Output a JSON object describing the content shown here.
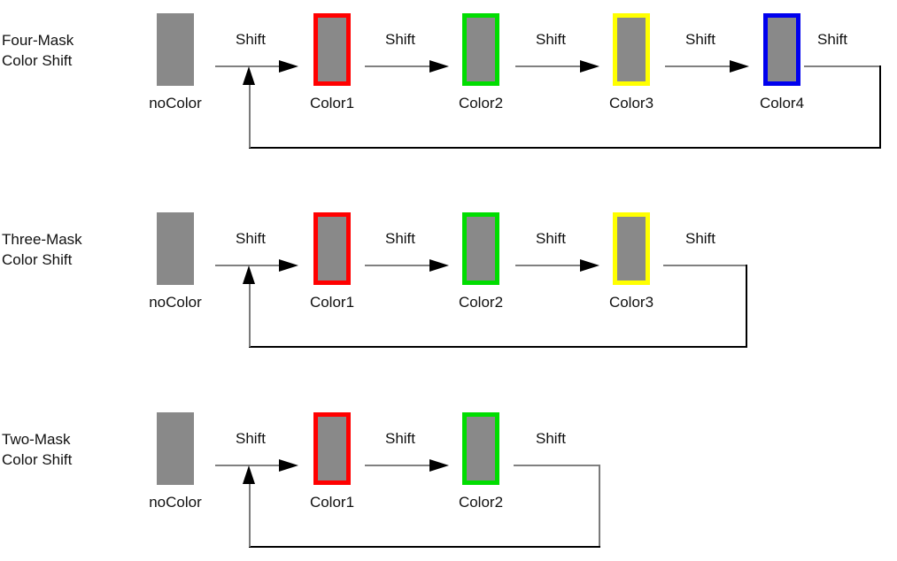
{
  "figure": {
    "type": "flow-diagram",
    "description_colors": {
      "mask_fill": "#898989",
      "arrow_shaft": "#808080",
      "loop_line": "#000000",
      "loop_vertical": "#7a7a7a",
      "color1_border": "#ff0000",
      "color2_border": "#00dd00",
      "color3_border": "#ffff00",
      "color4_border": "#0000ee"
    },
    "rows": [
      {
        "title_line1": "Four-Mask",
        "title_line2": "Color Shift",
        "nodes": [
          {
            "label": "noColor"
          },
          {
            "label": "Color1",
            "border_color": "#ff0000"
          },
          {
            "label": "Color2",
            "border_color": "#00dd00"
          },
          {
            "label": "Color3",
            "border_color": "#ffff00"
          },
          {
            "label": "Color4",
            "border_color": "#0000ee"
          }
        ],
        "shift_labels": [
          "Shift",
          "Shift",
          "Shift",
          "Shift",
          "Shift"
        ]
      },
      {
        "title_line1": "Three-Mask",
        "title_line2": "Color Shift",
        "nodes": [
          {
            "label": "noColor"
          },
          {
            "label": "Color1",
            "border_color": "#ff0000"
          },
          {
            "label": "Color2",
            "border_color": "#00dd00"
          },
          {
            "label": "Color3",
            "border_color": "#ffff00"
          }
        ],
        "shift_labels": [
          "Shift",
          "Shift",
          "Shift",
          "Shift"
        ]
      },
      {
        "title_line1": "Two-Mask",
        "title_line2": "Color Shift",
        "nodes": [
          {
            "label": "noColor"
          },
          {
            "label": "Color1",
            "border_color": "#ff0000"
          },
          {
            "label": "Color2",
            "border_color": "#00dd00"
          }
        ],
        "shift_labels": [
          "Shift",
          "Shift",
          "Shift"
        ]
      }
    ]
  }
}
